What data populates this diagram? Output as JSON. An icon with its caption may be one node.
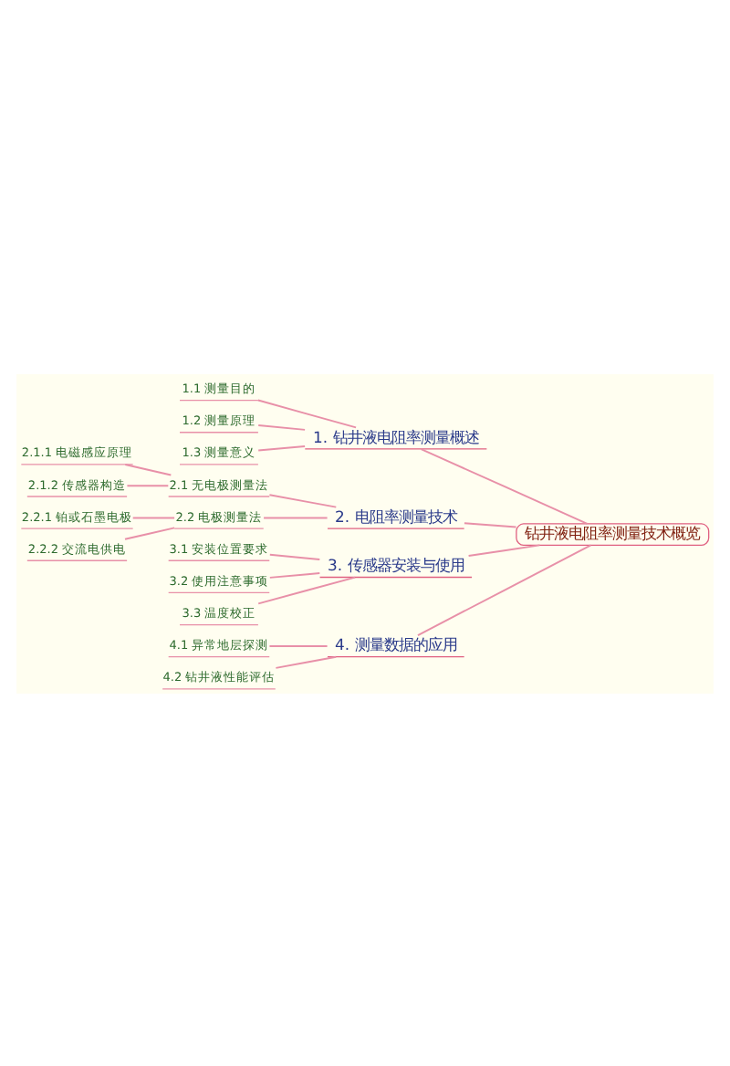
{
  "diagram": {
    "nodes": [
      {
        "text": [
          "钻井液电阻率测量技术概览"
        ]
      },
      {
        "text": [
          "1. 钻井液电阻率测量概述"
        ]
      },
      {
        "text": [
          "1.1 测量目的"
        ]
      },
      {
        "text": [
          "1.2 测量原理"
        ]
      },
      {
        "text": [
          "1.3 测量意义"
        ]
      },
      {
        "text": [
          "2. 电阻率测量技术"
        ]
      },
      {
        "text": [
          "2.1 无电极测量法"
        ]
      },
      {
        "text": [
          "2.1.1 电磁感应原理"
        ]
      },
      {
        "text": [
          "2.1.2 传感器构造"
        ]
      },
      {
        "text": [
          "2.2 电极测量法"
        ]
      },
      {
        "text": [
          "2.2.1 铂或石墨电极"
        ]
      },
      {
        "text": [
          "2.2.2 交流电供电"
        ]
      },
      {
        "text": [
          "3. 传感器安装与使用"
        ]
      },
      {
        "text": [
          "3.1 安装位置要求"
        ]
      },
      {
        "text": [
          "3.2 使用注意事项"
        ]
      },
      {
        "text": [
          "3.3 温度校正"
        ]
      },
      {
        "text": [
          "4. 测量数据的应用"
        ]
      },
      {
        "text": [
          "4.1 异常地层探测"
        ]
      },
      {
        "text": [
          "4.2 钻井液性能评估"
        ]
      }
    ],
    "edges": [
      {
        "from": 0,
        "to": 1,
        "arrow": "none"
      },
      {
        "from": 1,
        "to": 2,
        "arrow": "none"
      },
      {
        "from": 1,
        "to": 3,
        "arrow": "none"
      },
      {
        "from": 1,
        "to": 4,
        "arrow": "none"
      },
      {
        "from": 0,
        "to": 5,
        "arrow": "none"
      },
      {
        "from": 5,
        "to": 6,
        "arrow": "none"
      },
      {
        "from": 6,
        "to": 7,
        "arrow": "none"
      },
      {
        "from": 6,
        "to": 8,
        "arrow": "none"
      },
      {
        "from": 5,
        "to": 9,
        "arrow": "none"
      },
      {
        "from": 9,
        "to": 10,
        "arrow": "none"
      },
      {
        "from": 9,
        "to": 11,
        "arrow": "none"
      },
      {
        "from": 0,
        "to": 12,
        "arrow": "none"
      },
      {
        "from": 12,
        "to": 13,
        "arrow": "none"
      },
      {
        "from": 12,
        "to": 14,
        "arrow": "none"
      },
      {
        "from": 12,
        "to": 15,
        "arrow": "none"
      },
      {
        "from": 0,
        "to": 16,
        "arrow": "none"
      },
      {
        "from": 16,
        "to": 17,
        "arrow": "none"
      },
      {
        "from": 16,
        "to": 18,
        "arrow": "none"
      }
    ]
  }
}
